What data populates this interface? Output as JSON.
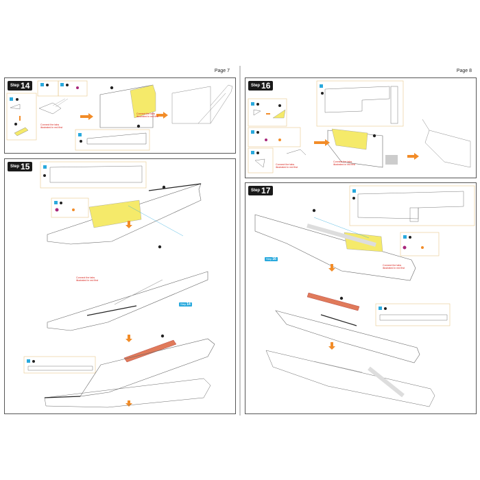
{
  "pages": [
    {
      "label": "Page 7"
    },
    {
      "label": "Page 8"
    }
  ],
  "steps": {
    "s14": {
      "word": "Step",
      "num": "14",
      "note_line1": "Connect the tabs",
      "note_line2": "illustrated in red first"
    },
    "s15": {
      "word": "Step",
      "num": "15",
      "note_line1": "Connect the tabs",
      "note_line2": "illustrated in red first",
      "ref_word": "Step",
      "ref_num": "14"
    },
    "s16": {
      "word": "Step",
      "num": "16",
      "note_line1": "Connect the tabs",
      "note_line2": "illustrated in red first"
    },
    "s17": {
      "word": "Step",
      "num": "17",
      "note_line1": "Connect the tabs",
      "note_line2": "illustrated in red first",
      "ref_word": "Step",
      "ref_num": "16"
    }
  },
  "colors": {
    "highlight": "#f5ea6a",
    "red_part": "#e07a5a",
    "arrow": "#f28c28",
    "badge_blue": "#29a9dd",
    "callout_border": "#e8c98a",
    "note_red": "#d8231c"
  }
}
